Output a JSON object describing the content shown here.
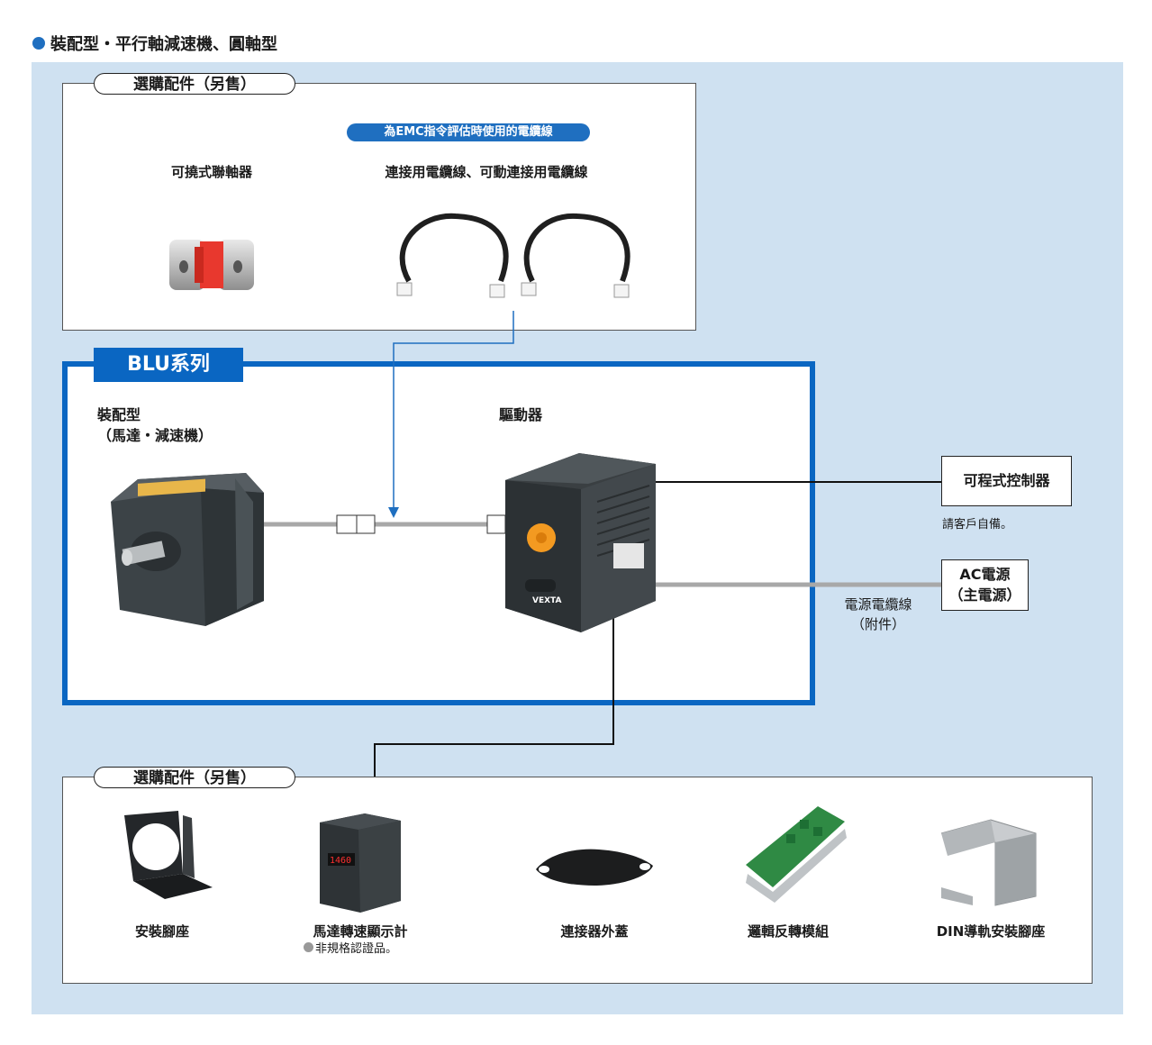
{
  "page_title": "裝配型・平行軸減速機、圓軸型",
  "top_section": {
    "header": "選購配件（另售）",
    "emc_note": "為EMC指令評估時使用的電纜線",
    "coupling_label": "可撓式聯軸器",
    "cable_label": "連接用電纜線、可動連接用電纜線"
  },
  "series": {
    "name": "BLU系列",
    "motor_label_line1": "裝配型",
    "motor_label_line2": "（馬達・減速機）",
    "driver_label": "驅動器",
    "driver_brand": "VEXTA"
  },
  "right_side": {
    "plc_label": "可程式控制器",
    "plc_note": "請客戶自備。",
    "ac_label_line1": "AC電源",
    "ac_label_line2": "（主電源）",
    "power_cable_line1": "電源電纜線",
    "power_cable_line2": "（附件）"
  },
  "bottom_section": {
    "header": "選購配件（另售）",
    "items": [
      {
        "label": "安裝腳座"
      },
      {
        "label": "馬達轉速顯示計",
        "note": "非規格認證品。"
      },
      {
        "label": "連接器外蓋"
      },
      {
        "label": "邏輯反轉模組"
      },
      {
        "label": "DIN導軌安裝腳座"
      }
    ]
  },
  "colors": {
    "accent_blue": "#0a66c2",
    "panel_bg": "#cfe1f1",
    "cable_gray": "#a8a8a8"
  }
}
